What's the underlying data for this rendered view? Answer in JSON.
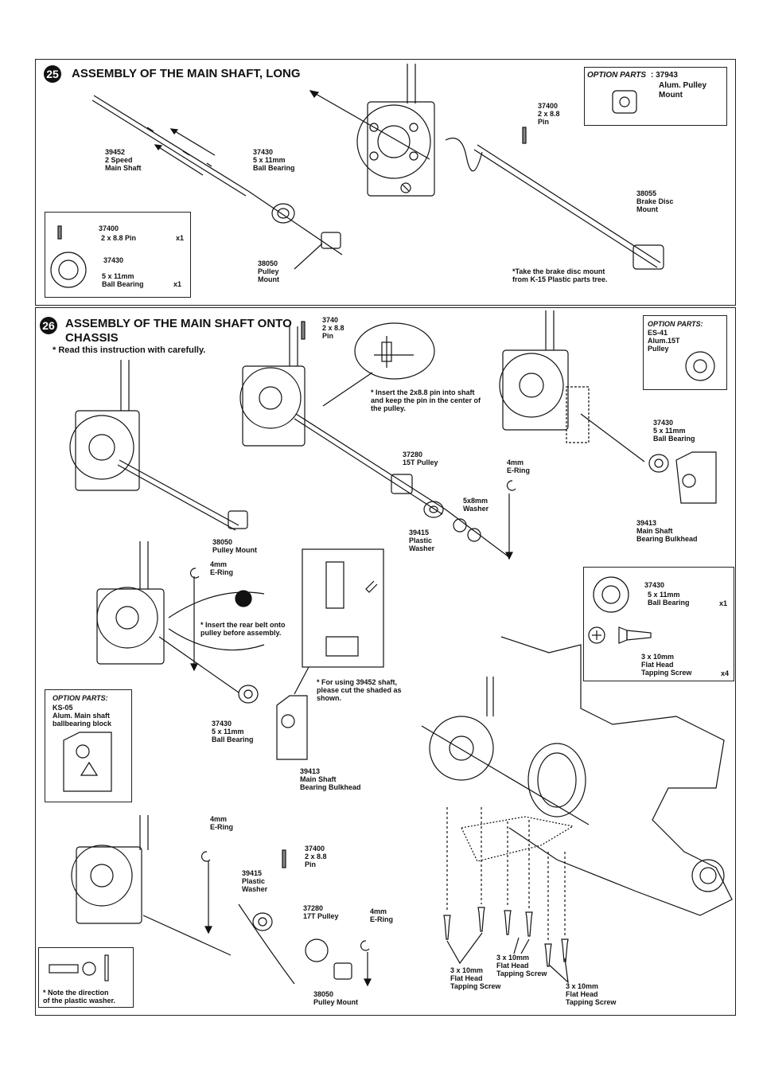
{
  "step25": {
    "number": "25",
    "title": "ASSEMBLY OF THE MAIN SHAFT, LONG",
    "option": {
      "heading": "OPTION PARTS",
      "code": ": 37943",
      "name": "Alum. Pulley\nMount"
    },
    "labels": {
      "shaft": "39452\n  2 Speed\n  Main Shaft",
      "bearing": "37430\n5 x 11mm\nBall  Bearing",
      "pin": "37400\n2 x 8.8\nPin",
      "brake": "38055\nBrake Disc\nMount",
      "pulley": "38050\nPulley\nMount"
    },
    "note": "*Take the brake disc mount\n   from K-15 Plastic parts tree.",
    "parts": [
      {
        "code": "37400",
        "name": "2 x 8.8 Pin",
        "qty": "x1"
      },
      {
        "code": "37430",
        "name": "5 x 11mm\nBall Bearing",
        "qty": "x1"
      }
    ]
  },
  "step26": {
    "number": "26",
    "title": "ASSEMBLY OF THE MAIN SHAFT ONTO\nCHASSIS",
    "subtitle": "* Read this instruction with carefully.",
    "option1": {
      "heading": "OPTION PARTS:",
      "text": "ES-41\nAlum.15T\nPulley"
    },
    "option2": {
      "heading": "OPTION PARTS:",
      "text": "KS-05\nAlum. Main shaft\nballbearing block"
    },
    "labels": {
      "pin_top": "3740\n  2 x 8.8\n  Pin",
      "pin_note": "* Insert the 2x8.8 pin into shaft\n   and keep the pin in the center of\n   the pulley.",
      "pulley15": "37280\n15T Pulley",
      "ering1": "4mm\nE-Ring",
      "washer5x8": "5x8mm\nWasher",
      "plastic_washer1": "39415\n  Plastic\n    Washer",
      "pulley_mount1": "38050\nPulley Mount",
      "bearing_right": "37430\n5 x 11mm\nBall  Bearing",
      "bulkhead_right": "39413\nMain Shaft\nBearing Bulkhead",
      "ering2": "4mm\nE-Ring",
      "belt_note": "* Insert the rear belt onto\n   pulley before assembly.",
      "cut_note": "* For using 39452 shaft,\n   please cut the shaded as\n   shown.",
      "bearing_mid": "37430\n  5 x 11mm\n  Ball  Bearing",
      "bulkhead_mid": "39413\nMain Shaft\nBearing Bulkhead",
      "ering3": "4mm\nE-Ring",
      "pin_bottom": "37400\n  2 x 8.8\n  Pin",
      "plastic_washer2": "39415\n  Plastic\n    Washer",
      "pulley17": "37280\n17T Pulley",
      "ering4": "4mm\nE-Ring",
      "pulley_mount2": "38050\nPulley Mount",
      "washer_note": "* Note the direction\n   of the plastic washer.",
      "screw1": "3 x 10mm\nFlat Head\nTapping Screw",
      "screw2": "3 x 10mm\nFlat Head\nTapping Screw",
      "screw3": "3 x 10mm\nFlat Head\nTapping Screw"
    },
    "parts": [
      {
        "code": "37430",
        "name": "5 x 11mm\nBall Bearing",
        "qty": "x1"
      },
      {
        "code": "",
        "name": "3 x 10mm\n    Flat Head\n    Tapping Screw",
        "qty": "x4"
      }
    ]
  }
}
